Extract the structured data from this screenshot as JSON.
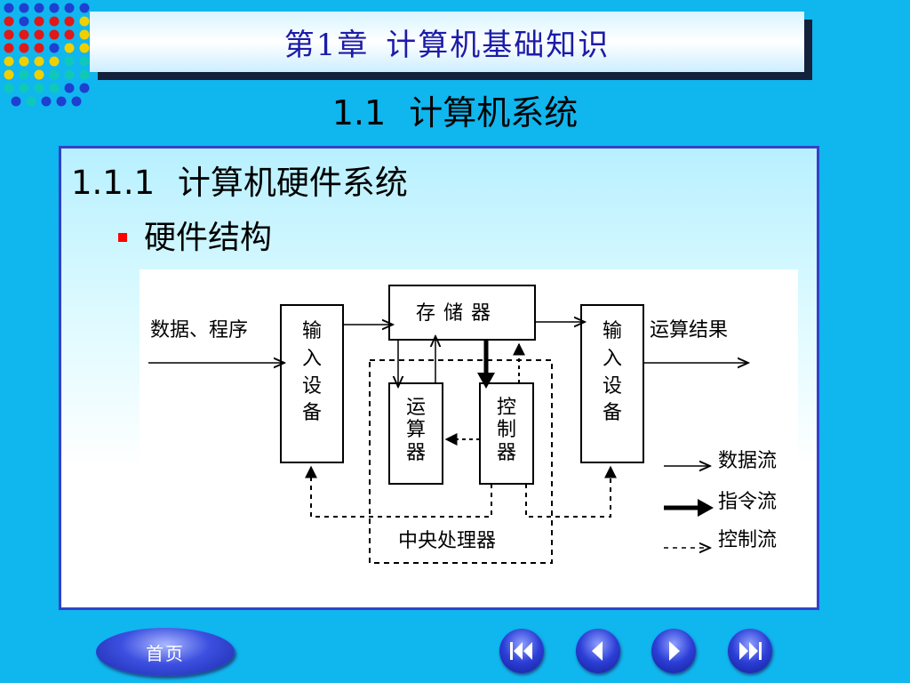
{
  "slide": {
    "title": "第1章  计算机基础知识",
    "section_heading": "1.1  计算机系统",
    "subsection_heading": "1.1.1  计算机硬件系统",
    "bullet": "硬件结构"
  },
  "diagram": {
    "input_data_label": "数据、程序",
    "input_device_label_chars": [
      "输",
      "入",
      "设",
      "备"
    ],
    "memory_label": "存 储 器",
    "alu_label_chars": [
      "运",
      "算",
      "器"
    ],
    "controller_label_chars": [
      "控",
      "制",
      "器"
    ],
    "output_device_label_chars": [
      "输",
      "入",
      "设",
      "备"
    ],
    "output_result_label": "运算结果",
    "cpu_label": "中央处理器",
    "legend": {
      "data_flow": "数据流",
      "instruction_flow": "指令流",
      "control_flow": "控制流"
    }
  },
  "nav": {
    "home_label": "首页",
    "first_icon": "skip-to-first-icon",
    "prev_icon": "previous-icon",
    "next_icon": "next-icon",
    "last_icon": "skip-to-last-icon"
  },
  "colors": {
    "background": "#10b6ee",
    "title_text": "#1c1ca8",
    "panel_border": "#3341c8",
    "bullet_marker": "#ff0000",
    "nav_button": "#2c3ed6"
  }
}
